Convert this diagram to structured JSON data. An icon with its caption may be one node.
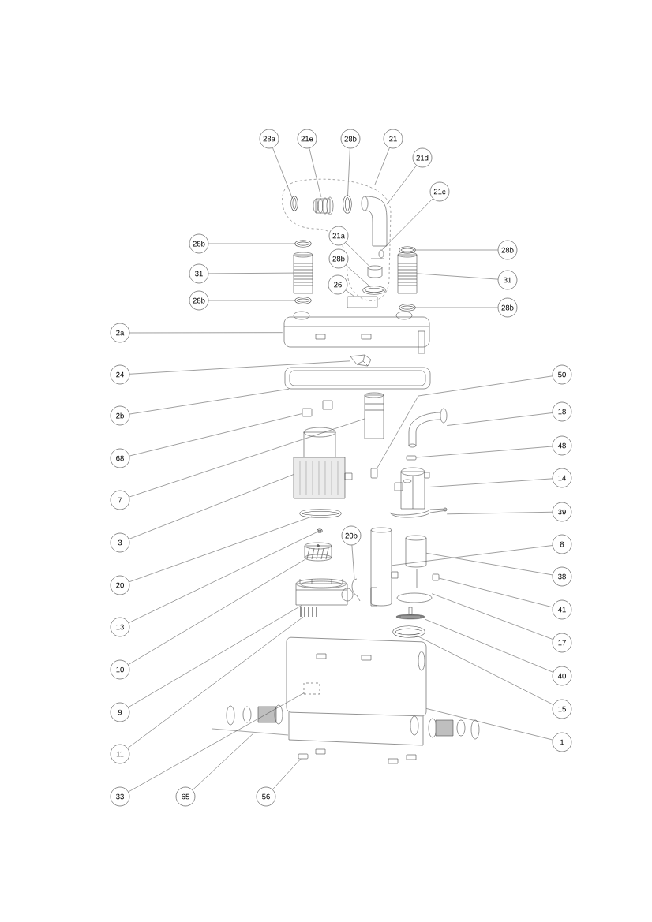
{
  "diagram": {
    "nodes": [
      {
        "text": [
          "28a"
        ]
      },
      {
        "text": [
          "21e"
        ]
      },
      {
        "text": [
          "28b"
        ]
      },
      {
        "text": [
          "21"
        ]
      },
      {
        "text": [
          "21d"
        ]
      },
      {
        "text": [
          "21c"
        ]
      },
      {
        "text": [
          "21a"
        ]
      },
      {
        "text": [
          "28b"
        ]
      },
      {
        "text": [
          "28b"
        ]
      },
      {
        "text": [
          "28b"
        ]
      },
      {
        "text": [
          "31"
        ]
      },
      {
        "text": [
          "31"
        ]
      },
      {
        "text": [
          "26"
        ]
      },
      {
        "text": [
          "28b"
        ]
      },
      {
        "text": [
          "28b"
        ]
      },
      {
        "text": [
          "2a"
        ]
      },
      {
        "text": [
          "24"
        ]
      },
      {
        "text": [
          "50"
        ]
      },
      {
        "text": [
          "18"
        ]
      },
      {
        "text": [
          "2b"
        ]
      },
      {
        "text": [
          "48"
        ]
      },
      {
        "text": [
          "68"
        ]
      },
      {
        "text": [
          "14"
        ]
      },
      {
        "text": [
          "7"
        ]
      },
      {
        "text": [
          "39"
        ]
      },
      {
        "text": [
          "20b"
        ]
      },
      {
        "text": [
          "3"
        ]
      },
      {
        "text": [
          "8"
        ]
      },
      {
        "text": [
          "38"
        ]
      },
      {
        "text": [
          "20"
        ]
      },
      {
        "text": [
          "41"
        ]
      },
      {
        "text": [
          "13"
        ]
      },
      {
        "text": [
          "17"
        ]
      },
      {
        "text": [
          "10"
        ]
      },
      {
        "text": [
          "40"
        ]
      },
      {
        "text": [
          "9"
        ]
      },
      {
        "text": [
          "15"
        ]
      },
      {
        "text": [
          "1"
        ]
      },
      {
        "text": [
          "11"
        ]
      },
      {
        "text": [
          "33"
        ]
      },
      {
        "text": [
          "65"
        ]
      },
      {
        "text": [
          "56"
        ]
      },
      {
        "text": [],
        "shape": "circle"
      },
      {
        "text": [],
        "shape": "picture"
      },
      {
        "text": [],
        "shape": "circle"
      },
      {
        "text": [],
        "shape": "picture"
      },
      {
        "text": [],
        "shape": "picture"
      },
      {
        "text": [],
        "shape": "cylinder"
      },
      {
        "text": [],
        "shape": "circle"
      },
      {
        "text": [],
        "shape": "circle"
      },
      {
        "text": [],
        "shape": "circle"
      },
      {
        "text": [],
        "shape": "picture"
      },
      {
        "text": [],
        "shape": "picture"
      },
      {
        "text": [],
        "shape": "box"
      },
      {
        "text": [],
        "shape": "circle"
      },
      {
        "text": [],
        "shape": "circle"
      },
      {
        "text": [],
        "shape": "picture"
      },
      {
        "text": [],
        "shape": "picture"
      },
      {
        "text": [],
        "shape": "box"
      },
      {
        "text": [],
        "shape": "picture"
      },
      {
        "text": [],
        "shape": "picture"
      },
      {
        "text": [],
        "shape": "box"
      },
      {
        "text": [],
        "shape": "box"
      },
      {
        "text": [],
        "shape": "picture"
      },
      {
        "text": [],
        "shape": "picture"
      },
      {
        "text": [],
        "shape": "picture"
      },
      {
        "text": [],
        "shape": "picture"
      },
      {
        "text": [],
        "shape": "picture"
      },
      {
        "text": [],
        "shape": "cylinder"
      },
      {
        "text": [],
        "shape": "cylinder"
      },
      {
        "text": [],
        "shape": "circle"
      },
      {
        "text": [],
        "shape": "box"
      },
      {
        "text": [],
        "shape": "circle"
      },
      {
        "text": [],
        "shape": "picture"
      },
      {
        "text": [],
        "shape": "picture"
      },
      {
        "text": [],
        "shape": "picture"
      },
      {
        "text": [],
        "shape": "picture"
      },
      {
        "text": [],
        "shape": "circle"
      },
      {
        "text": [],
        "shape": "picture"
      },
      {
        "text": [],
        "shape": "picture"
      },
      {
        "text": [],
        "shape": "box"
      },
      {
        "text": [],
        "shape": "box",
        "in": 78
      }
    ],
    "edges": [
      {
        "from": 0,
        "to": 42,
        "arrow": "none"
      },
      {
        "from": 1,
        "to": 43,
        "arrow": "none"
      },
      {
        "from": 2,
        "to": 44,
        "arrow": "none"
      },
      {
        "from": 3,
        "to": null,
        "arrow": "none"
      },
      {
        "from": 4,
        "to": 45,
        "arrow": "none"
      },
      {
        "from": 5,
        "to": 46,
        "arrow": "none"
      },
      {
        "from": 6,
        "to": 47,
        "arrow": "none"
      },
      {
        "from": 7,
        "to": 48,
        "arrow": "none"
      },
      {
        "from": 8,
        "to": 49,
        "arrow": "none"
      },
      {
        "from": 9,
        "to": 50,
        "arrow": "none"
      },
      {
        "from": 10,
        "to": 51,
        "arrow": "none"
      },
      {
        "from": 11,
        "to": 52,
        "arrow": "none"
      },
      {
        "from": 12,
        "to": 53,
        "arrow": "none"
      },
      {
        "from": 13,
        "to": 54,
        "arrow": "none"
      },
      {
        "from": 14,
        "to": 55,
        "arrow": "none"
      },
      {
        "from": 15,
        "to": 56,
        "arrow": "none"
      },
      {
        "from": 16,
        "to": 57,
        "arrow": "none"
      },
      {
        "from": 17,
        "to": 58,
        "arrow": "none"
      },
      {
        "from": 18,
        "to": 59,
        "arrow": "none"
      },
      {
        "from": 19,
        "to": 60,
        "arrow": "none"
      },
      {
        "from": 20,
        "to": 61,
        "arrow": "none"
      },
      {
        "from": 21,
        "to": 62,
        "arrow": "none"
      },
      {
        "from": 22,
        "to": 63,
        "arrow": "none"
      },
      {
        "from": 23,
        "to": 64,
        "arrow": "none"
      },
      {
        "from": 24,
        "to": 65,
        "arrow": "none"
      },
      {
        "from": 25,
        "to": 66,
        "arrow": "none"
      },
      {
        "from": 26,
        "to": 67,
        "arrow": "none"
      },
      {
        "from": 27,
        "to": 68,
        "arrow": "none"
      },
      {
        "from": 28,
        "to": 69,
        "arrow": "none"
      },
      {
        "from": 29,
        "to": 70,
        "arrow": "none"
      },
      {
        "from": 30,
        "to": 71,
        "arrow": "none"
      },
      {
        "from": 31,
        "to": 72,
        "arrow": "none"
      },
      {
        "from": 32,
        "to": 73,
        "arrow": "none"
      },
      {
        "from": 33,
        "to": 74,
        "arrow": "none"
      },
      {
        "from": 34,
        "to": 75,
        "arrow": "none"
      },
      {
        "from": 35,
        "to": 76,
        "arrow": "none"
      },
      {
        "from": 36,
        "to": 77,
        "arrow": "none"
      },
      {
        "from": 37,
        "to": 78,
        "arrow": "none"
      },
      {
        "from": 38,
        "to": 79,
        "arrow": "none"
      },
      {
        "from": 39,
        "to": 81,
        "arrow": "none"
      },
      {
        "from": 40,
        "to": null,
        "arrow": "none"
      },
      {
        "from": 41,
        "to": 80,
        "arrow": "none"
      }
    ]
  }
}
